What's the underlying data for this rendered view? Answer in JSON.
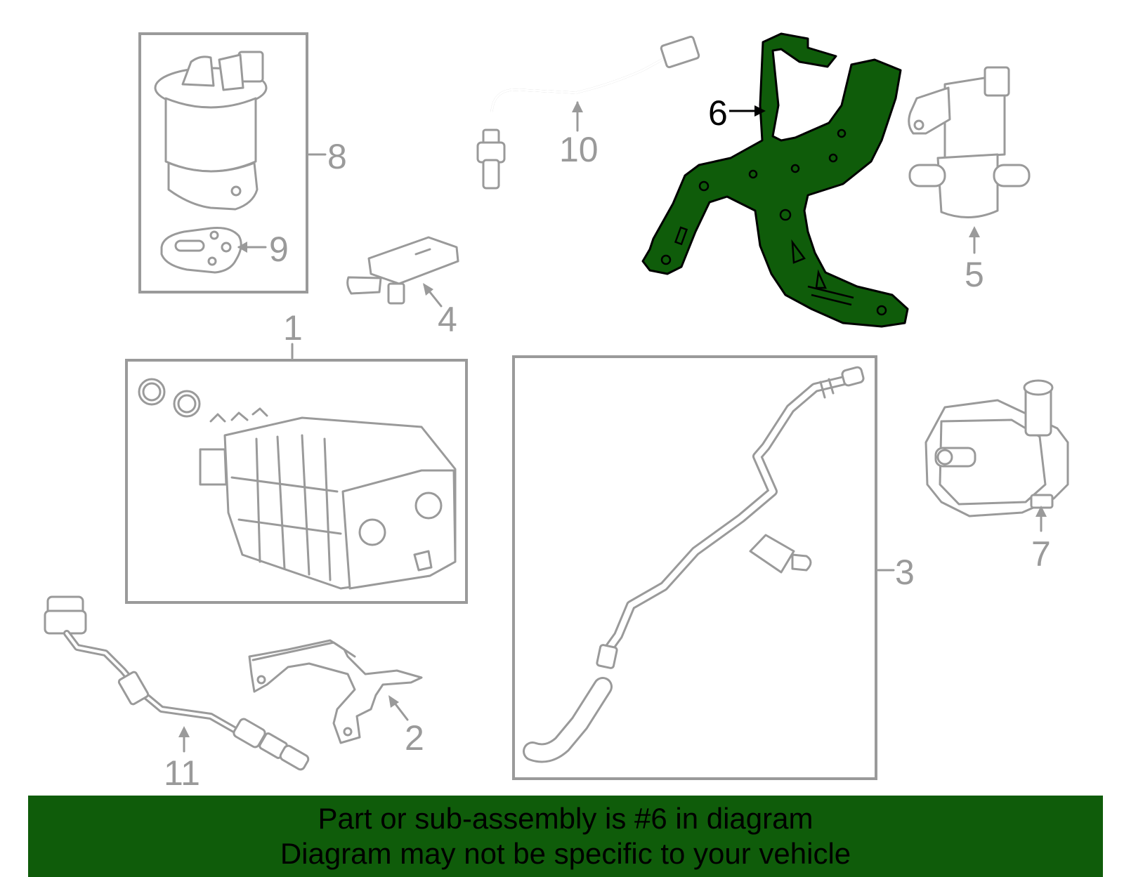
{
  "colors": {
    "highlight": "#0f5c0a",
    "line_gray": "#9a9a9a",
    "banner_bg": "#0f5c0a",
    "banner_text": "#000000"
  },
  "parts": {
    "p1": "1",
    "p2": "2",
    "p3": "3",
    "p4": "4",
    "p5": "5",
    "p6": "6",
    "p7": "7",
    "p8": "8",
    "p9": "9",
    "p10": "10",
    "p11": "11"
  },
  "highlighted_part": "6",
  "banner": {
    "line1": "Part or sub-assembly is #6 in diagram",
    "line2": "Diagram may not be specific to your vehicle"
  }
}
